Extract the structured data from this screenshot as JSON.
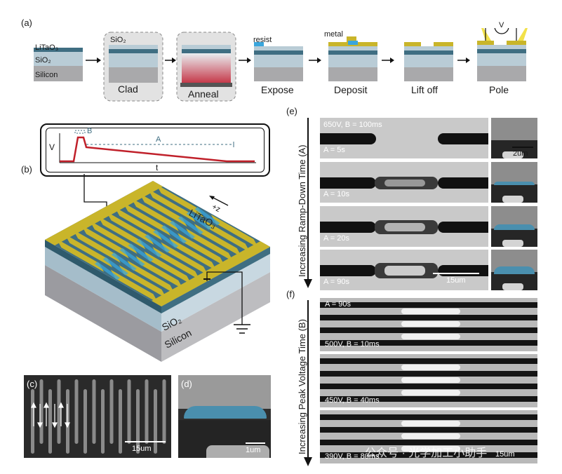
{
  "panel_a": {
    "letter": "(a)",
    "layers": {
      "top": "LiTaO₃",
      "middle": "SiO₂",
      "bottom": "Silicon"
    },
    "clad_material": "SiO₂",
    "resist": "resist",
    "metal": "metal",
    "voltmeter": "V",
    "steps": [
      "Clad",
      "Anneal",
      "Expose",
      "Deposit",
      "Lift off",
      "Pole"
    ]
  },
  "panel_b": {
    "letter": "(b)",
    "inset": {
      "y_axis": "V",
      "x_axis": "t",
      "label_a": "A",
      "label_b": "B"
    },
    "crystal_axis": "+z",
    "layer_litao3": "LiTaO₃",
    "layer_sio2": "SiO₂",
    "layer_silicon": "Silicon"
  },
  "panel_c": {
    "letter": "(c)",
    "scale": "15um"
  },
  "panel_d": {
    "letter": "(d)",
    "scale": "1um"
  },
  "panel_e": {
    "letter": "(e)",
    "axis_label": "Increasing Ramp-Down Time (A)",
    "header": "650V, B = 100ms",
    "rows": [
      "A = 5s",
      "A = 10s",
      "A = 20s",
      "A = 90s"
    ],
    "scale_small": "2um",
    "scale_large": "15um"
  },
  "panel_f": {
    "letter": "(f)",
    "axis_label": "Increasing Peak Voltage Time (B)",
    "header": "A = 90s",
    "rows": [
      "500V, B = 10ms",
      "450V, B = 40ms",
      "390V, B = 80ms"
    ],
    "scale": "15um",
    "watermark": "公众号 · 光学加工小助手"
  },
  "colors": {
    "litao3": "#3f6e82",
    "sio2": "#b9ccd6",
    "silicon": "#a9a9ab",
    "metal": "#c9b52a",
    "resist": "#3aa6dc",
    "pulse": "#c0202a"
  }
}
